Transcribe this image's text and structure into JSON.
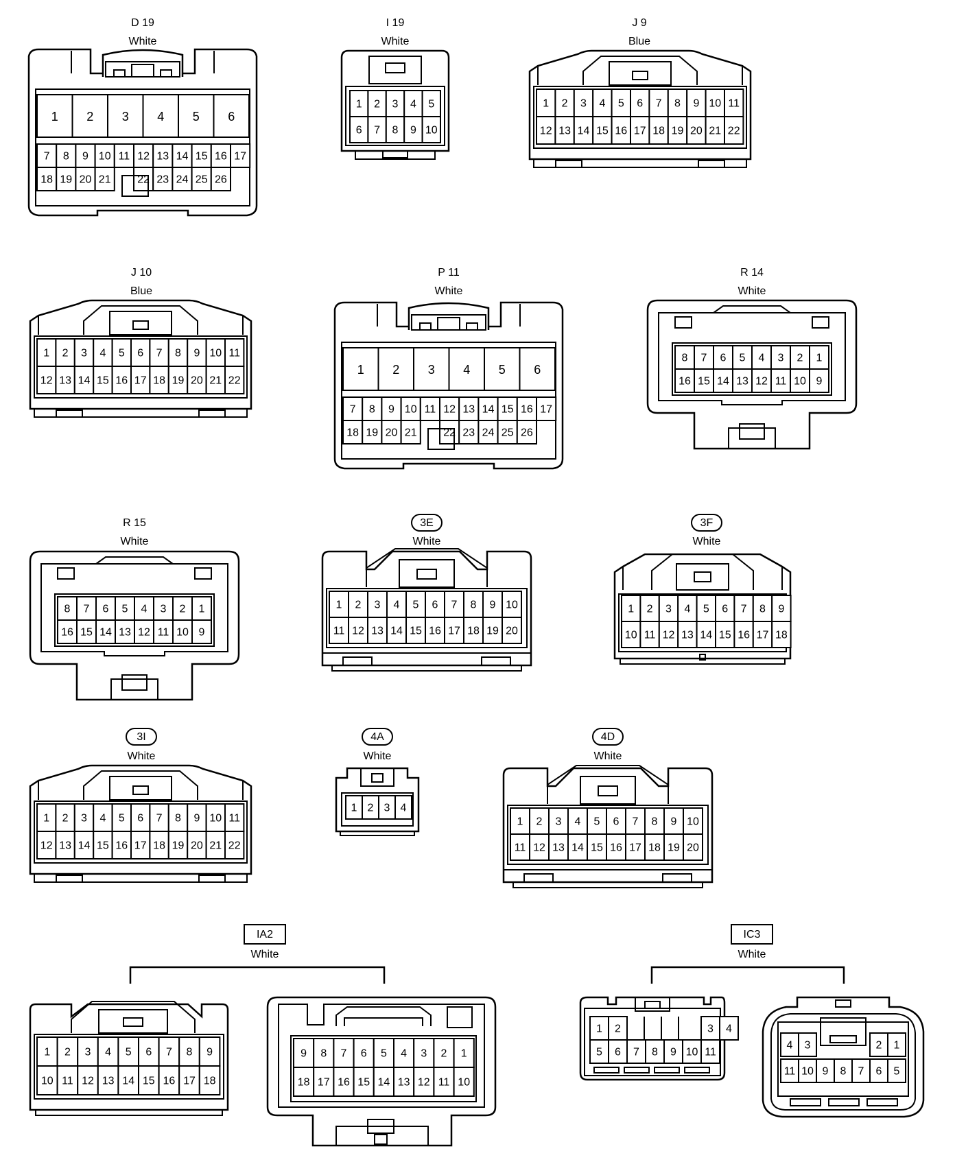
{
  "connectors": [
    {
      "id": "D19",
      "code": "D 19",
      "color": "White",
      "badge": "none"
    },
    {
      "id": "I19",
      "code": "I 19",
      "color": "White",
      "badge": "none"
    },
    {
      "id": "J9",
      "code": "J 9",
      "color": "Blue",
      "badge": "none"
    },
    {
      "id": "J10",
      "code": "J 10",
      "color": "Blue",
      "badge": "none"
    },
    {
      "id": "P11",
      "code": "P 11",
      "color": "White",
      "badge": "none"
    },
    {
      "id": "R14",
      "code": "R 14",
      "color": "White",
      "badge": "none"
    },
    {
      "id": "R15",
      "code": "R 15",
      "color": "White",
      "badge": "none"
    },
    {
      "id": "3E",
      "code": "3E",
      "color": "White",
      "badge": "oval"
    },
    {
      "id": "3F",
      "code": "3F",
      "color": "White",
      "badge": "oval"
    },
    {
      "id": "3I",
      "code": "3I",
      "color": "White",
      "badge": "oval"
    },
    {
      "id": "4A",
      "code": "4A",
      "color": "White",
      "badge": "oval"
    },
    {
      "id": "4D",
      "code": "4D",
      "color": "White",
      "badge": "oval"
    },
    {
      "id": "IA2",
      "code": "IA2",
      "color": "White",
      "badge": "box"
    },
    {
      "id": "IC3",
      "code": "IC3",
      "color": "White",
      "badge": "box"
    }
  ],
  "pin_rows": {
    "D19": [
      [
        "1",
        "2",
        "3",
        "4",
        "5",
        "6"
      ],
      [
        "7",
        "8",
        "9",
        "10",
        "11",
        "12",
        "13",
        "14",
        "15",
        "16",
        "17"
      ],
      [
        "18",
        "19",
        "20",
        "21",
        "",
        "22",
        "23",
        "24",
        "25",
        "26"
      ]
    ],
    "P11": [
      [
        "1",
        "2",
        "3",
        "4",
        "5",
        "6"
      ],
      [
        "7",
        "8",
        "9",
        "10",
        "11",
        "12",
        "13",
        "14",
        "15",
        "16",
        "17"
      ],
      [
        "18",
        "19",
        "20",
        "21",
        "",
        "22",
        "23",
        "24",
        "25",
        "26"
      ]
    ],
    "I19": [
      [
        "1",
        "2",
        "3",
        "4",
        "5"
      ],
      [
        "6",
        "7",
        "8",
        "9",
        "10"
      ]
    ],
    "J9": [
      [
        "1",
        "2",
        "3",
        "4",
        "5",
        "6",
        "7",
        "8",
        "9",
        "10",
        "11"
      ],
      [
        "12",
        "13",
        "14",
        "15",
        "16",
        "17",
        "18",
        "19",
        "20",
        "21",
        "22"
      ]
    ],
    "J10": [
      [
        "1",
        "2",
        "3",
        "4",
        "5",
        "6",
        "7",
        "8",
        "9",
        "10",
        "11"
      ],
      [
        "12",
        "13",
        "14",
        "15",
        "16",
        "17",
        "18",
        "19",
        "20",
        "21",
        "22"
      ]
    ],
    "3I": [
      [
        "1",
        "2",
        "3",
        "4",
        "5",
        "6",
        "7",
        "8",
        "9",
        "10",
        "11"
      ],
      [
        "12",
        "13",
        "14",
        "15",
        "16",
        "17",
        "18",
        "19",
        "20",
        "21",
        "22"
      ]
    ],
    "R14": [
      [
        "8",
        "7",
        "6",
        "5",
        "4",
        "3",
        "2",
        "1"
      ],
      [
        "16",
        "15",
        "14",
        "13",
        "12",
        "11",
        "10",
        "9"
      ]
    ],
    "R15": [
      [
        "8",
        "7",
        "6",
        "5",
        "4",
        "3",
        "2",
        "1"
      ],
      [
        "16",
        "15",
        "14",
        "13",
        "12",
        "11",
        "10",
        "9"
      ]
    ],
    "3E": [
      [
        "1",
        "2",
        "3",
        "4",
        "5",
        "6",
        "7",
        "8",
        "9",
        "10"
      ],
      [
        "11",
        "12",
        "13",
        "14",
        "15",
        "16",
        "17",
        "18",
        "19",
        "20"
      ]
    ],
    "4D": [
      [
        "1",
        "2",
        "3",
        "4",
        "5",
        "6",
        "7",
        "8",
        "9",
        "10"
      ],
      [
        "11",
        "12",
        "13",
        "14",
        "15",
        "16",
        "17",
        "18",
        "19",
        "20"
      ]
    ],
    "3F": [
      [
        "1",
        "2",
        "3",
        "4",
        "5",
        "6",
        "7",
        "8",
        "9"
      ],
      [
        "10",
        "11",
        "12",
        "13",
        "14",
        "15",
        "16",
        "17",
        "18"
      ]
    ],
    "4A": [
      [
        "1",
        "2",
        "3",
        "4"
      ]
    ],
    "IA2_left": [
      [
        "1",
        "2",
        "3",
        "4",
        "5",
        "6",
        "7",
        "8",
        "9"
      ],
      [
        "10",
        "11",
        "12",
        "13",
        "14",
        "15",
        "16",
        "17",
        "18"
      ]
    ],
    "IA2_right": [
      [
        "9",
        "8",
        "7",
        "6",
        "5",
        "4",
        "3",
        "2",
        "1"
      ],
      [
        "18",
        "17",
        "16",
        "15",
        "14",
        "13",
        "12",
        "11",
        "10"
      ]
    ],
    "IC3_left": [
      [
        "1",
        "2",
        "",
        "",
        "",
        "",
        "3",
        "4"
      ],
      [
        "5",
        "6",
        "7",
        "8",
        "9",
        "10",
        "11"
      ]
    ],
    "IC3_right": [
      [
        "4",
        "3",
        "",
        "",
        "",
        "2",
        "1"
      ],
      [
        "11",
        "10",
        "9",
        "8",
        "7",
        "6",
        "5"
      ]
    ]
  }
}
